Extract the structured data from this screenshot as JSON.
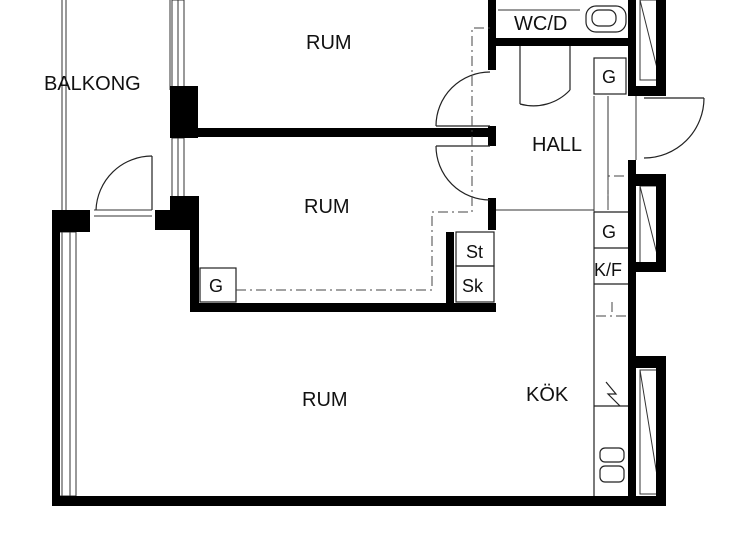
{
  "rooms": {
    "balcony": "BALKONG",
    "room_top": "RUM",
    "room_middle": "RUM",
    "room_bottom": "RUM",
    "wc": "WC/D",
    "hall": "HALL",
    "kitchen": "KÖK"
  },
  "fixtures": {
    "g_top": "G",
    "g_kitchen": "G",
    "g_room": "G",
    "st": "St",
    "sk": "Sk",
    "kf": "K/F"
  }
}
